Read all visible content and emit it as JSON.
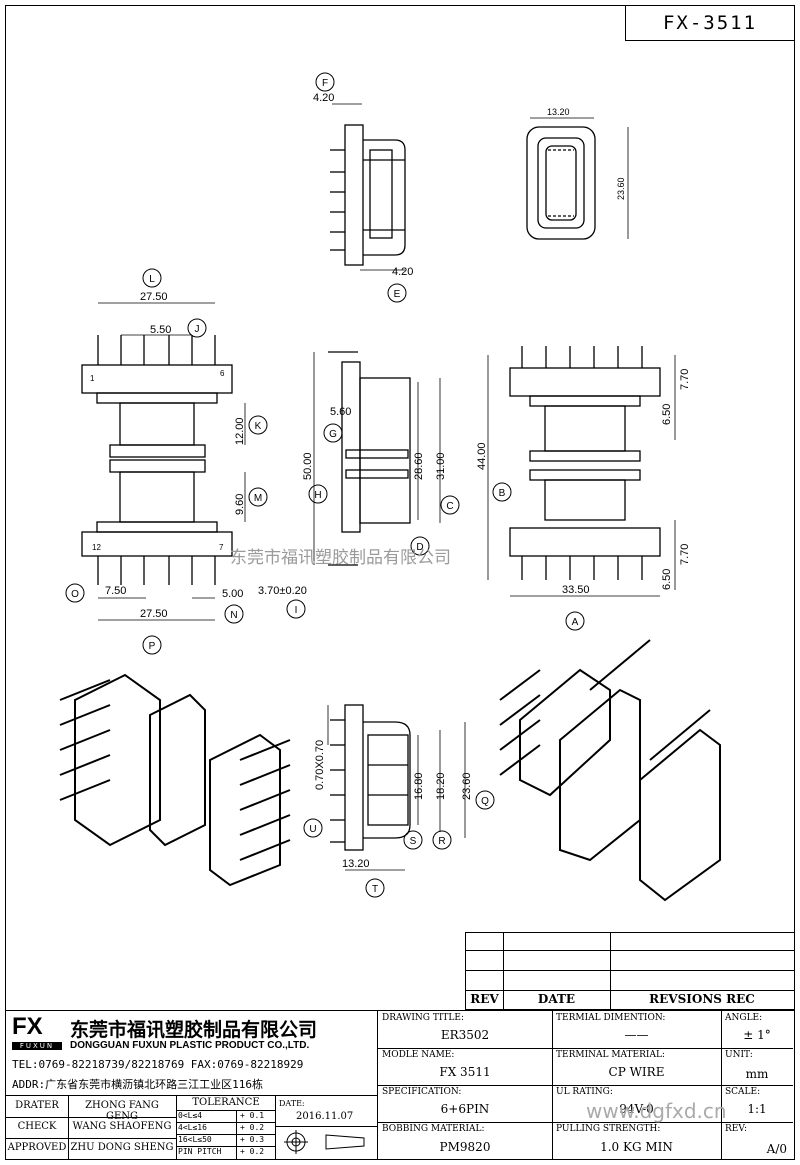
{
  "header": {
    "part_number": "FX-3511"
  },
  "watermark": {
    "company": "东莞市福讯塑胶制品有限公司",
    "site": "www.dgfxd.cn"
  },
  "dims": {
    "d4_20_top": "4.20",
    "d13_20_top": "13.20",
    "d23_60_right": "23.60",
    "d4_20_bot": "4.20",
    "d27_50_top": "27.50",
    "d5_50": "5.50",
    "d12_00": "12.00",
    "d9_60": "9.60",
    "d7_50": "7.50",
    "d27_50_bot": "27.50",
    "d5_00": "5.00",
    "d50_00": "50.00",
    "d5_60": "5.60",
    "d28_60": "28.60",
    "d31_00": "31.00",
    "d3_70": "3.70±0.20",
    "d44_00": "44.00",
    "d7_70_top": "7.70",
    "d6_50_top": "6.50",
    "d7_70_bot": "7.70",
    "d6_50_bot": "6.50",
    "d33_50": "33.50",
    "d0_70": "0.70X0.70",
    "d16_80": "16.80",
    "d18_20": "18.20",
    "d23_60_bot": "23.60",
    "d13_20_bot": "13.20"
  },
  "pins": {
    "p1": "1",
    "p6": "6",
    "p12": "12",
    "p7": "7"
  },
  "callouts": {
    "F": "F",
    "E": "E",
    "L": "L",
    "J": "J",
    "K": "K",
    "M": "M",
    "O": "O",
    "N": "N",
    "P": "P",
    "G": "G",
    "H": "H",
    "C": "C",
    "D": "D",
    "I": "I",
    "B": "B",
    "A": "A",
    "U": "U",
    "S": "S",
    "R": "R",
    "Q": "Q",
    "T": "T"
  },
  "revision_table": {
    "headers": [
      "REV",
      "DATE",
      "REVSIONS REC"
    ]
  },
  "company": {
    "logo": "FX",
    "logo_sub": "FUXUN",
    "name_cn": "东莞市福讯塑胶制品有限公司",
    "name_en": "DONGGUAN FUXUN PLASTIC PRODUCT CO.,LTD.",
    "tel": "TEL:0769-82218739/82218769 FAX:0769-82218929",
    "addr": "ADDR:广东省东莞市横沥镇北环路三江工业区116栋"
  },
  "signoff": [
    {
      "role": "DRATER",
      "name": "ZHONG FANG GENG"
    },
    {
      "role": "CHECK",
      "name": "WANG SHAOFENG"
    },
    {
      "role": "APPROVED",
      "name": "ZHU DONG SHENG"
    }
  ],
  "tolerance": {
    "title": "TOLERANCE",
    "rows": [
      {
        "range": "0<L≤4",
        "tol": "+ 0.1"
      },
      {
        "range": "4<L≤16",
        "tol": "+ 0.2"
      },
      {
        "range": "16<L≤50",
        "tol": "+ 0.3"
      },
      {
        "range": "PIN PITCH",
        "tol": "+ 0.2"
      }
    ]
  },
  "date": {
    "label": "DATE:",
    "value": "2016.11.07"
  },
  "fields": {
    "drawing_title": {
      "label": "DRAWING TITLE:",
      "value": "ER3502"
    },
    "terminal_dimention": {
      "label": "TERMIAL DIMENTION:",
      "value": "——"
    },
    "angle": {
      "label": "ANGLE:",
      "value": "± 1°"
    },
    "modle_name": {
      "label": "MODLE NAME:",
      "value": "FX 3511"
    },
    "terminal_material": {
      "label": "TERMINAL MATERIAL:",
      "value": "CP WIRE"
    },
    "unit": {
      "label": "UNIT:",
      "value": "mm"
    },
    "specification": {
      "label": "SPECIFICATION:",
      "value": "6+6PIN"
    },
    "ul_rating": {
      "label": "UL RATING:",
      "value": "94V-0"
    },
    "scale": {
      "label": "SCALE:",
      "value": "1:1"
    },
    "bobbing_material": {
      "label": "BOBBING MATERIAL:",
      "value": "PM9820"
    },
    "pulling_strength": {
      "label": "PULLING STRENGTH:",
      "value": "1.0 KG MIN"
    },
    "rev": {
      "label": "REV:",
      "value": "A/0"
    }
  }
}
